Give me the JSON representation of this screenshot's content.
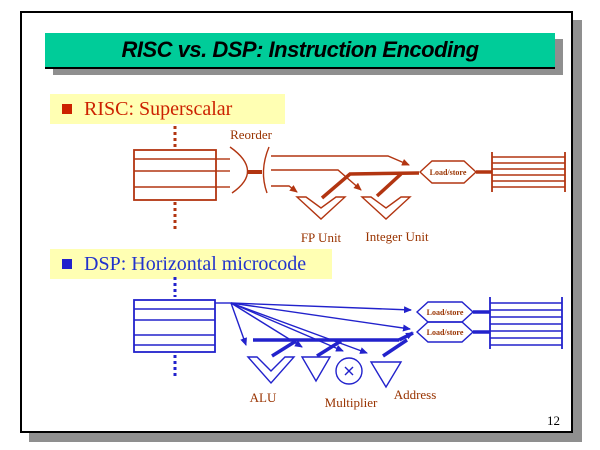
{
  "title_bar": {
    "text": "RISC vs. DSP: Instruction Encoding"
  },
  "risc_section": {
    "heading": "RISC: Superscalar",
    "labels": {
      "reorder": "Reorder",
      "fp_unit": "FP Unit",
      "integer_unit": "Integer Unit",
      "load_store": "Load/store"
    }
  },
  "dsp_section": {
    "heading": "DSP: Horizontal microcode",
    "labels": {
      "alu": "ALU",
      "multiplier": "Multiplier",
      "address": "Address",
      "load_store_1": "Load/store",
      "load_store_2": "Load/store"
    }
  },
  "page_number": "12",
  "colors": {
    "title_bg": "#00CC99",
    "highlight_bg": "#FFFFB3",
    "risc_accent": "#CC2200",
    "dsp_accent": "#2222CC",
    "diagram_red": "#B23511",
    "diagram_blue": "#2222CC",
    "label_brown": "#993300",
    "shadow_gray": "#8F8F8F"
  }
}
